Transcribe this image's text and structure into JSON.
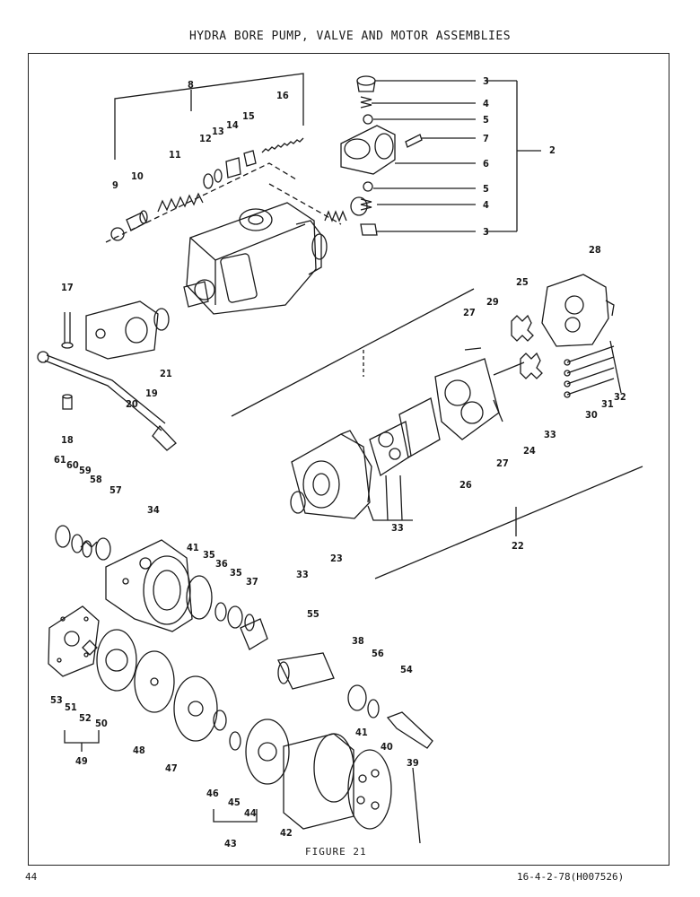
{
  "title": "HYDRA BORE PUMP, VALVE AND MOTOR ASSEMBLIES",
  "figure_caption": "FIGURE 21",
  "page_number": "44",
  "doc_ref": "16-4-2-78(H007526)",
  "callouts": {
    "n2": "2",
    "n3a": "3",
    "n3b": "3",
    "n4a": "4",
    "n4b": "4",
    "n5a": "5",
    "n5b": "5",
    "n6": "6",
    "n7": "7",
    "n8": "8",
    "n9": "9",
    "n10": "10",
    "n11": "11",
    "n12": "12",
    "n13": "13",
    "n14": "14",
    "n15": "15",
    "n16": "16",
    "n17": "17",
    "n18": "18",
    "n19": "19",
    "n20": "20",
    "n21": "21",
    "n22": "22",
    "n23": "23",
    "n24": "24",
    "n25": "25",
    "n26": "26",
    "n27a": "27",
    "n27b": "27",
    "n28": "28",
    "n29": "29",
    "n30": "30",
    "n31": "31",
    "n32": "32",
    "n33a": "33",
    "n33b": "33",
    "n33c": "33",
    "n34": "34",
    "n35a": "35",
    "n35b": "35",
    "n36": "36",
    "n37": "37",
    "n38": "38",
    "n39": "39",
    "n40": "40",
    "n41a": "41",
    "n41b": "41",
    "n42": "42",
    "n43": "43",
    "n44": "44",
    "n45": "45",
    "n46": "46",
    "n47": "47",
    "n48": "48",
    "n49": "49",
    "n50": "50",
    "n51": "51",
    "n52": "52",
    "n53": "53",
    "n54": "54",
    "n55": "55",
    "n56": "56",
    "n57": "57",
    "n58": "58",
    "n59": "59",
    "n60": "60",
    "n61": "61"
  }
}
